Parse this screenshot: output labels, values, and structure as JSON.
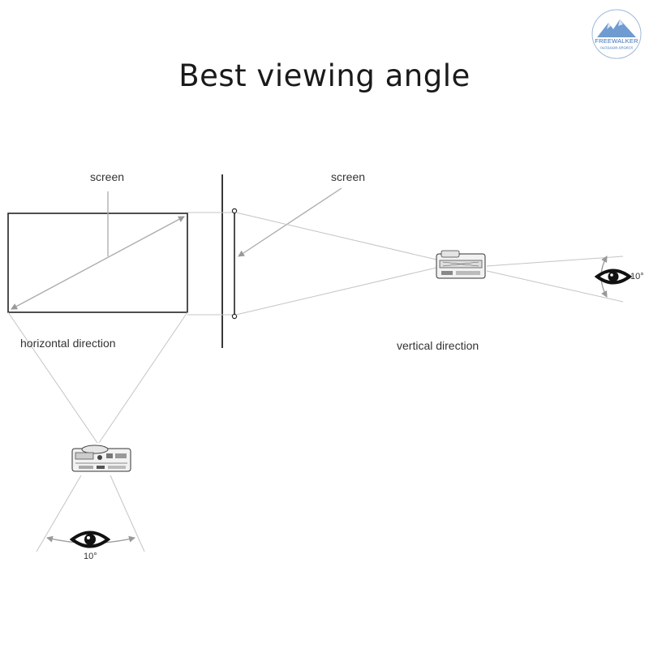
{
  "title": "Best viewing angle",
  "logo": {
    "brand_text": "FREEWALKER",
    "tagline": "OUTDOOR SPORTS",
    "accent_color": "#3a6fb6"
  },
  "horizontal_view": {
    "screen_label": "screen",
    "direction_label": "horizontal direction",
    "angle_label": "10°",
    "icons": [
      "projector-icon",
      "eye-icon"
    ]
  },
  "vertical_view": {
    "screen_label": "screen",
    "direction_label": "vertical direction",
    "angle_label": "10°",
    "icons": [
      "projector-icon",
      "eye-icon"
    ]
  }
}
